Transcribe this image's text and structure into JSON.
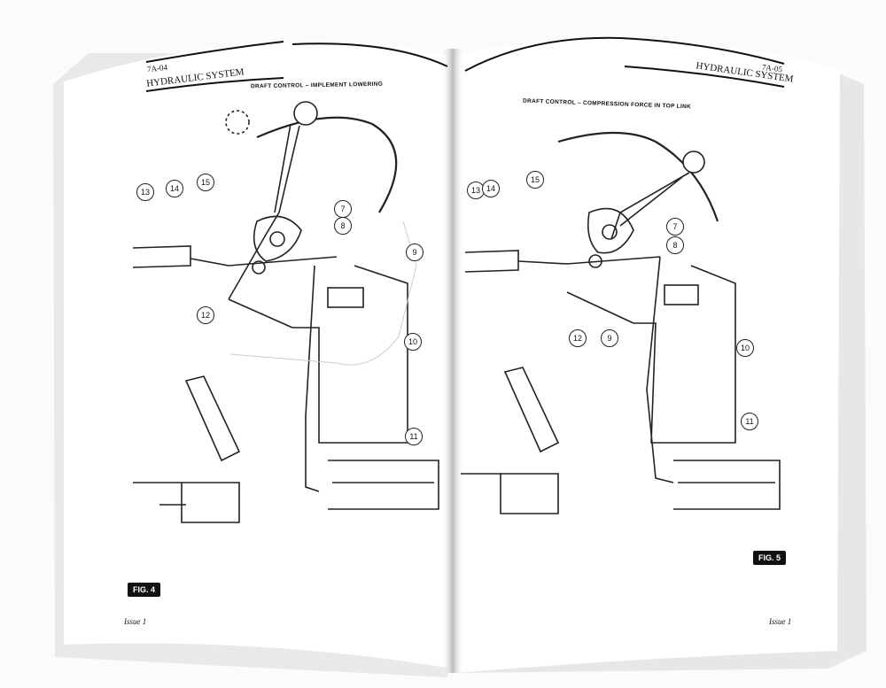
{
  "left_page": {
    "page_number": "7A-04",
    "section": "HYDRAULIC SYSTEM",
    "caption": "DRAFT CONTROL – IMPLEMENT LOWERING",
    "callouts": [
      "13",
      "14",
      "15",
      "7",
      "8",
      "9",
      "12",
      "10",
      "11"
    ],
    "figure_label": "FIG. 4",
    "footer": "Issue 1"
  },
  "right_page": {
    "page_number": "7A-05",
    "section": "HYDRAULIC SYSTEM",
    "caption": "DRAFT CONTROL – COMPRESSION FORCE IN TOP LINK",
    "callouts": [
      "13",
      "14",
      "15",
      "7",
      "8",
      "12",
      "9",
      "10",
      "11"
    ],
    "figure_label": "FIG. 5",
    "footer": "Issue 1"
  },
  "colors": {
    "page": "#ffffff",
    "ink": "#111111",
    "background": "#fbfbfb",
    "shadow": "#c9c9c9"
  }
}
